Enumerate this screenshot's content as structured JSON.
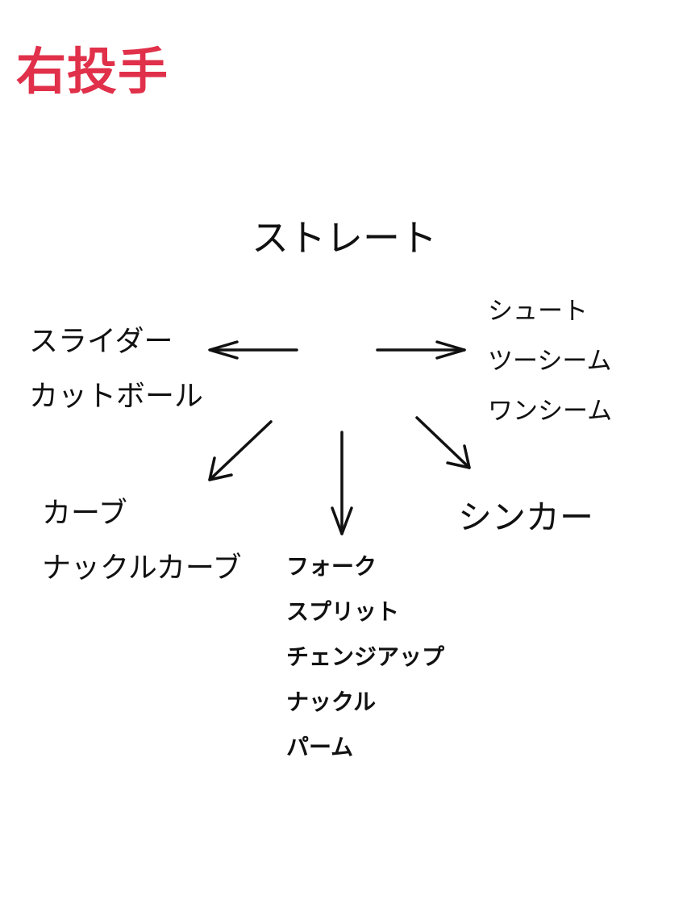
{
  "title": "右投手",
  "title_color": "#E0304A",
  "center": "ストレート",
  "groups": {
    "left_top": [
      "スライダー",
      "カットボール"
    ],
    "right_top": [
      "シュート",
      "ツーシーム",
      "ワンシーム"
    ],
    "left_bottom": [
      "カーブ",
      "ナックルカーブ"
    ],
    "bottom": [
      "フォーク",
      "スプリット",
      "チェンジアップ",
      "ナックル",
      "パーム"
    ],
    "right_bottom": [
      "シンカー"
    ]
  },
  "arrow_color": "#111111"
}
